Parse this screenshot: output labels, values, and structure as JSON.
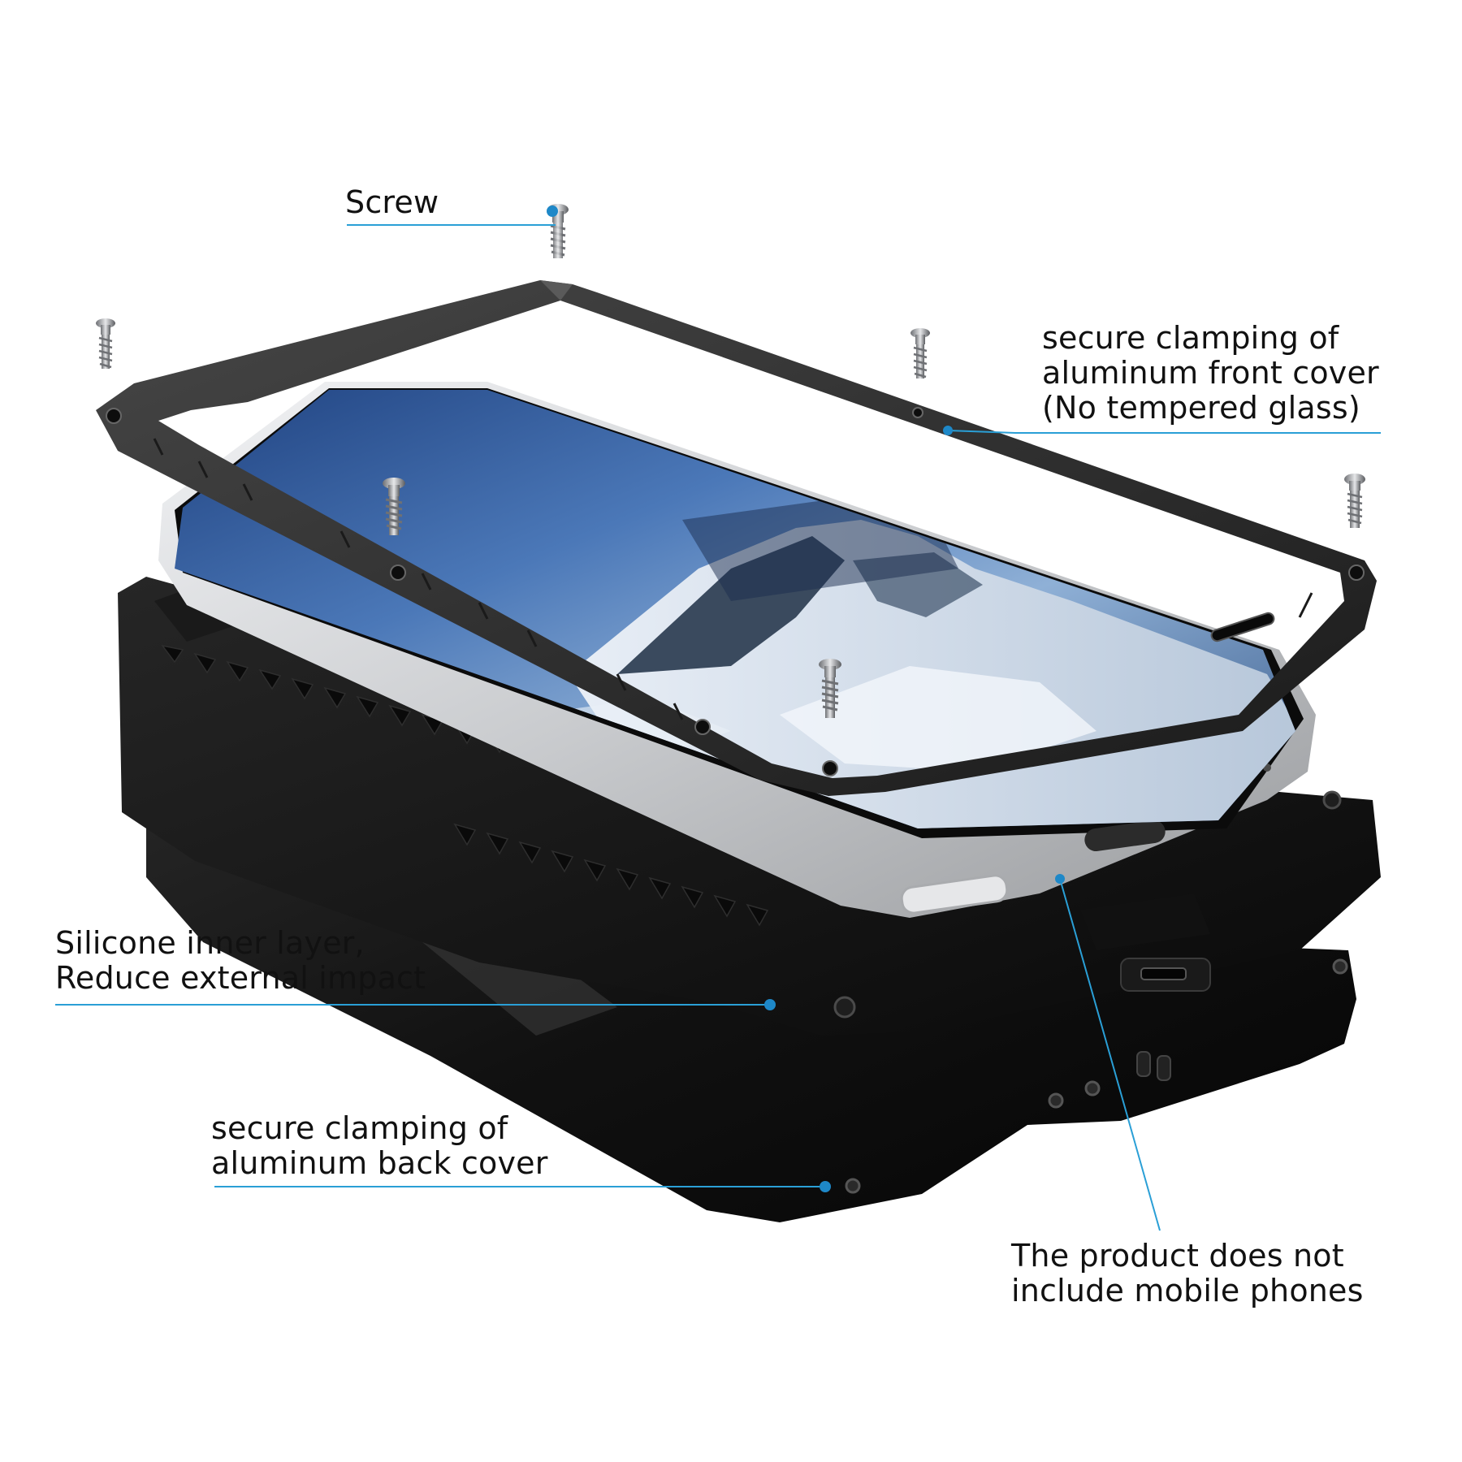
{
  "callouts": {
    "screw": {
      "lines": [
        "Screw"
      ]
    },
    "front_cover": {
      "lines": [
        "secure clamping of",
        "aluminum front cover",
        "(No tempered glass)"
      ]
    },
    "silicone_layer": {
      "lines": [
        "Silicone inner layer,",
        "Reduce external impact"
      ]
    },
    "back_cover": {
      "lines": [
        "secure clamping of",
        "aluminum back cover"
      ]
    },
    "phone_notice": {
      "lines": [
        "The product does not",
        "include mobile phones"
      ]
    }
  },
  "colors": {
    "leader_line": "#2a9fd6",
    "leader_dot": "#1e88c8",
    "case_black": "#141414",
    "bumper_grey": "#2e2e2e",
    "phone_frame": "#d9dadc",
    "screen_sky": "#3f6fae",
    "screen_snow": "#d6e1ec"
  },
  "icons": [
    "screw-icon"
  ]
}
